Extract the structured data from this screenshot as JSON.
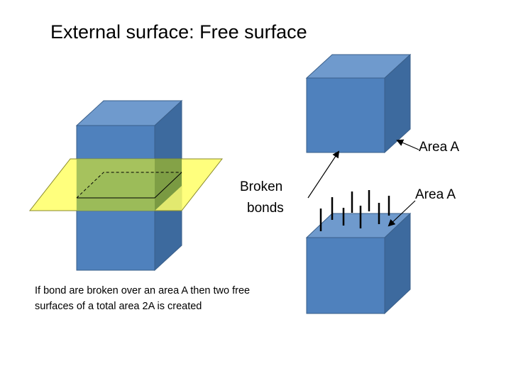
{
  "title": "External surface: Free surface",
  "labels": {
    "broken_bonds_line1": "Broken",
    "broken_bonds_line2": "bonds",
    "area_top": "Area A",
    "area_bottom": "Area A"
  },
  "note": "If bond are broken over an area A then two free surfaces of a total area 2A is created",
  "colors": {
    "cube_front": "#4f81bd",
    "cube_top": "#6f9acd",
    "cube_side": "#3d6a9e",
    "plane_fill": "#ffff66",
    "plane_overlap": "#9bbb59"
  }
}
